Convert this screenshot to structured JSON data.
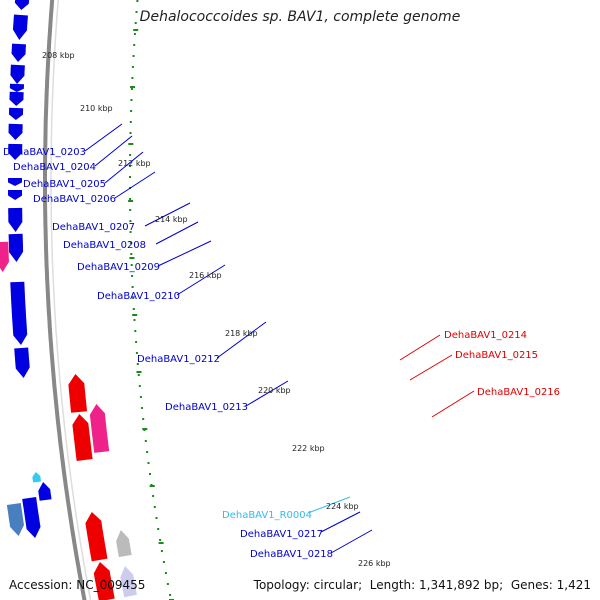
{
  "title": "Dehalococcoides sp. BAV1, complete genome",
  "footer": {
    "accession_label": "Accession:",
    "accession": "NC_009455",
    "topology_label": "Topology:",
    "topology": "circular",
    "length_label": "Length:",
    "length": "1,341,892 bp",
    "genes_label": "Genes:",
    "genes": "1,421"
  },
  "colors": {
    "forward_cds": "#0000e0",
    "reverse_cds": "#ee0000",
    "rna": "#33ccee",
    "pseudo_magenta": "#ee2288",
    "steel_blue": "#4a7fbf",
    "olive": "#c8c07a",
    "grey": "#bbbbbb",
    "lavender": "#ccccee",
    "backbone": "#888888",
    "tick_green": "#1a8a1a"
  },
  "tick_labels": [
    {
      "text": "208 kbp",
      "kbp": 208
    },
    {
      "text": "210 kbp",
      "kbp": 210
    },
    {
      "text": "212 kbp",
      "kbp": 212
    },
    {
      "text": "214 kbp",
      "kbp": 214
    },
    {
      "text": "216 kbp",
      "kbp": 216
    },
    {
      "text": "218 kbp",
      "kbp": 218
    },
    {
      "text": "220 kbp",
      "kbp": 220
    },
    {
      "text": "222 kbp",
      "kbp": 222
    },
    {
      "text": "224 kbp",
      "kbp": 224
    },
    {
      "text": "226 kbp",
      "kbp": 226
    }
  ],
  "gene_labels": [
    {
      "id": "DehaBAV1_0203",
      "strand": "forward"
    },
    {
      "id": "DehaBAV1_0204",
      "strand": "forward"
    },
    {
      "id": "DehaBAV1_0205",
      "strand": "forward"
    },
    {
      "id": "DehaBAV1_0206",
      "strand": "forward"
    },
    {
      "id": "DehaBAV1_0207",
      "strand": "forward"
    },
    {
      "id": "DehaBAV1_0208",
      "strand": "forward"
    },
    {
      "id": "DehaBAV1_0209",
      "strand": "forward"
    },
    {
      "id": "DehaBAV1_0210",
      "strand": "forward"
    },
    {
      "id": "DehaBAV1_0212",
      "strand": "forward"
    },
    {
      "id": "DehaBAV1_0213",
      "strand": "forward"
    },
    {
      "id": "DehaBAV1_R0004",
      "strand": "rna"
    },
    {
      "id": "DehaBAV1_0217",
      "strand": "forward"
    },
    {
      "id": "DehaBAV1_0218",
      "strand": "forward"
    },
    {
      "id": "DehaBAV1_0214",
      "strand": "reverse"
    },
    {
      "id": "DehaBAV1_0215",
      "strand": "reverse"
    },
    {
      "id": "DehaBAV1_0216",
      "strand": "reverse"
    }
  ]
}
